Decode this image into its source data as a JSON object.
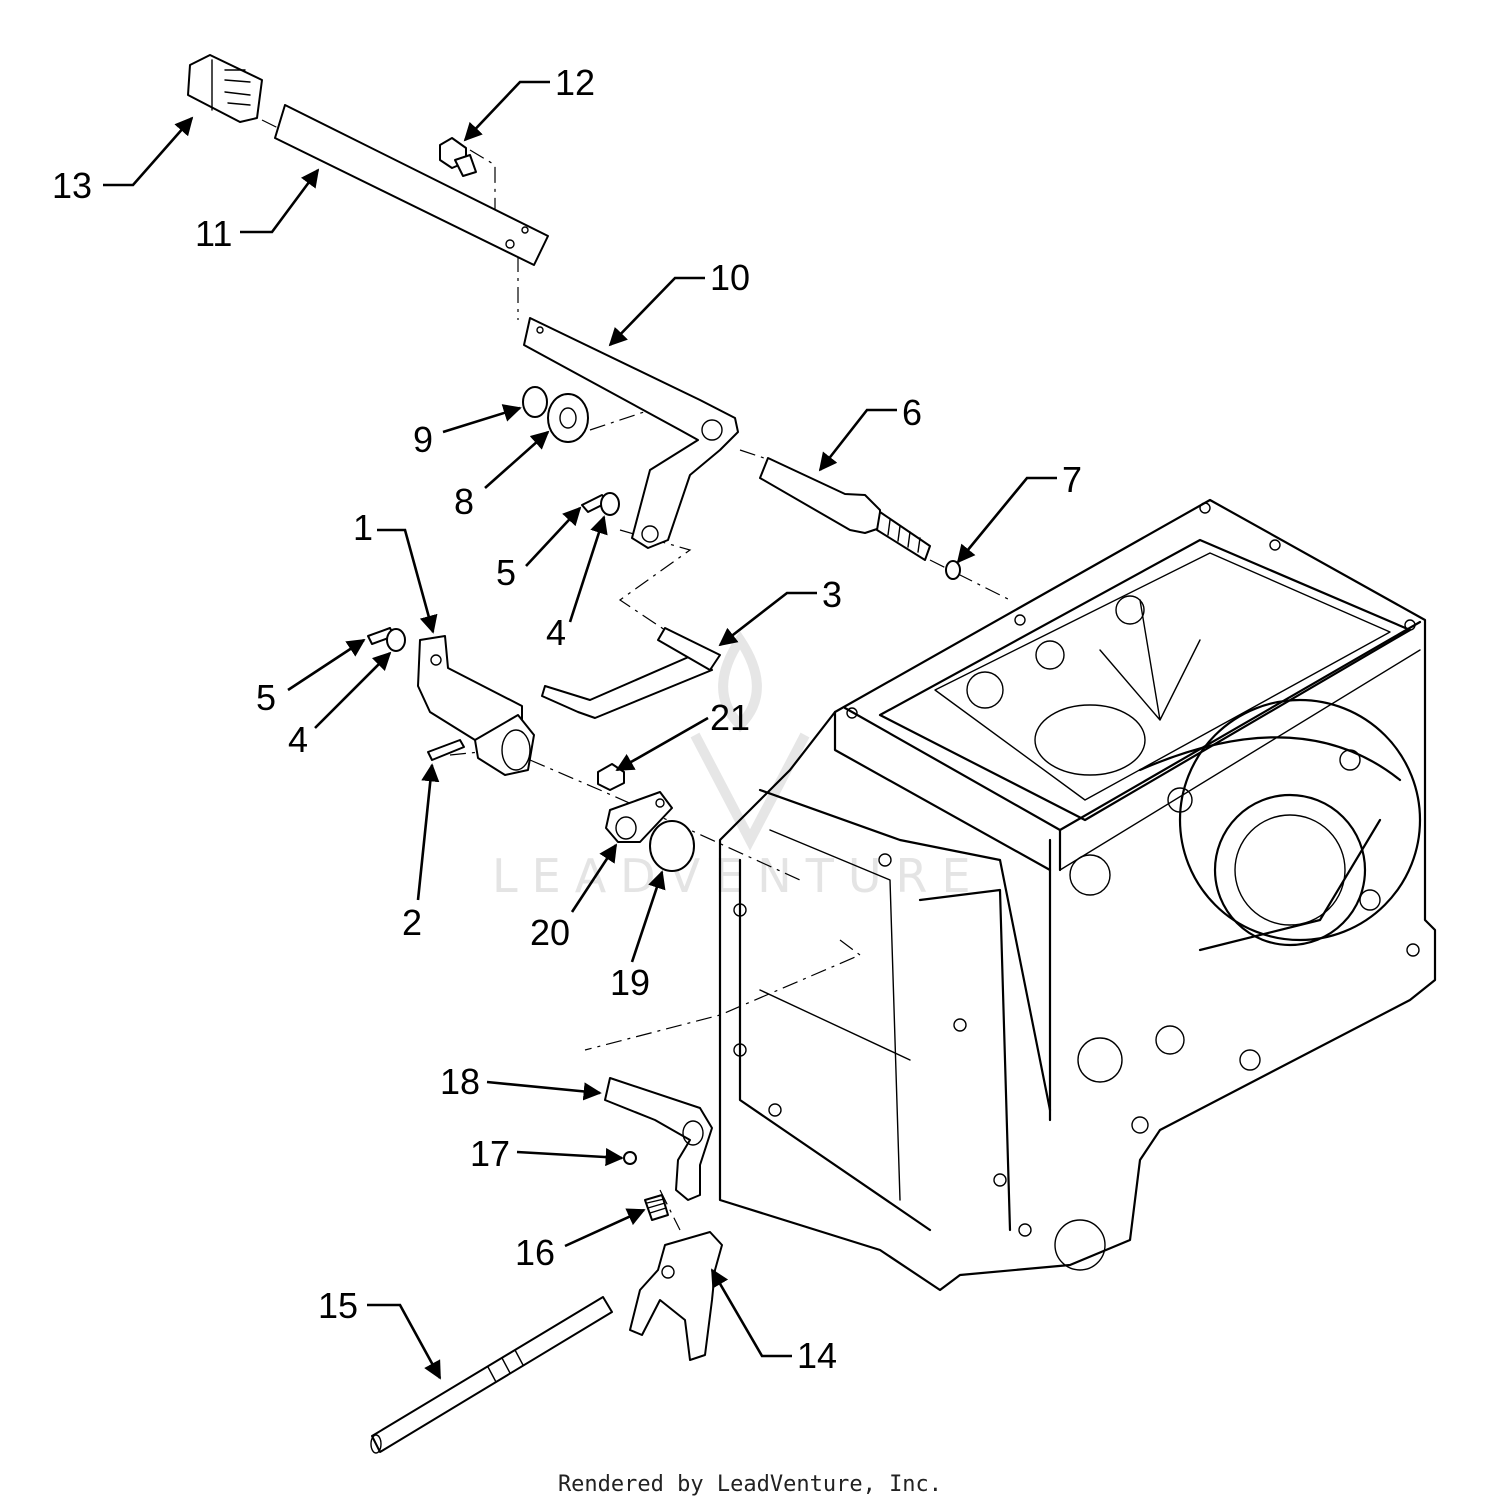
{
  "figure": {
    "callouts": [
      "1",
      "2",
      "3",
      "4",
      "5",
      "6",
      "7",
      "8",
      "9",
      "10",
      "11",
      "12",
      "13",
      "14",
      "15",
      "16",
      "17",
      "18",
      "19",
      "20",
      "21"
    ],
    "duplicate_callouts": {
      "4b": "4",
      "5b": "5"
    }
  },
  "watermark": {
    "text": "LEADVENTURE",
    "icon": "flame-v-logo-icon"
  },
  "footer": {
    "text": "Rendered by LeadVenture, Inc."
  }
}
